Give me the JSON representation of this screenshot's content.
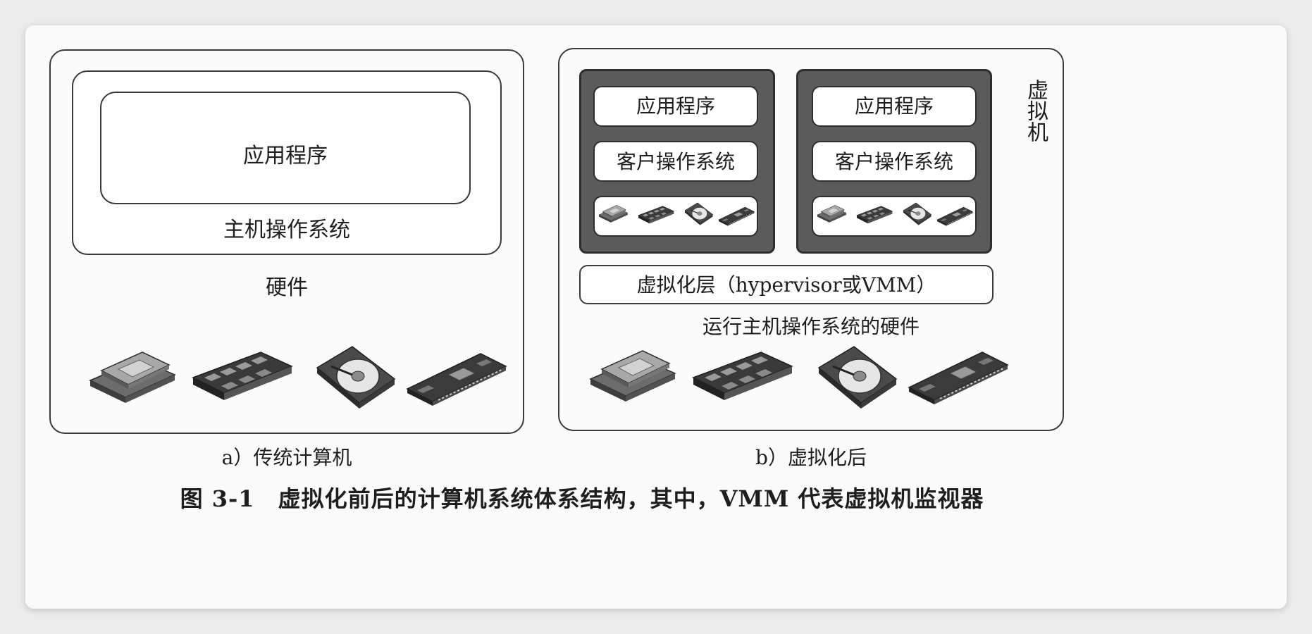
{
  "left_panel": {
    "app_label": "应用程序",
    "os_label": "主机操作系统",
    "hw_label": "硬件",
    "caption": "a）传统计算机"
  },
  "right_panel": {
    "vm_label": "虚拟机",
    "vms": [
      {
        "app_label": "应用程序",
        "os_label": "客户操作系统"
      },
      {
        "app_label": "应用程序",
        "os_label": "客户操作系统"
      }
    ],
    "hypervisor_label": "虚拟化层（hypervisor或VMM）",
    "host_hw_label": "运行主机操作系统的硬件",
    "caption": "b）虚拟化后"
  },
  "figure_caption": "图 3-1　虚拟化前后的计算机系统体系结构，其中，VMM 代表虚拟机监视器",
  "hardware_icons": [
    "cpu-icon",
    "memory-icon",
    "hard-disk-icon",
    "expansion-card-icon"
  ]
}
